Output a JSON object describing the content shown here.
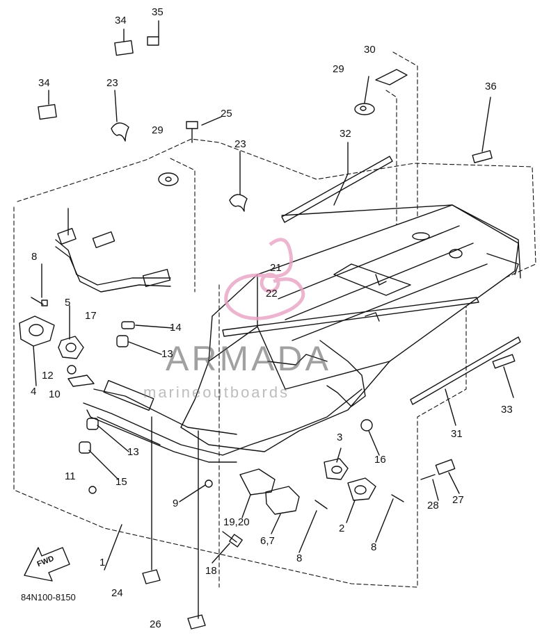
{
  "part_numbers": {
    "p1": "1",
    "p2": "2",
    "p3": "3",
    "p4": "4",
    "p5": "5",
    "p67": "6,7",
    "p8a": "8",
    "p8b": "8",
    "p8c": "8",
    "p9": "9",
    "p10": "10",
    "p11": "11",
    "p12": "12",
    "p13a": "13",
    "p13b": "13",
    "p14": "14",
    "p15": "15",
    "p16": "16",
    "p17": "17",
    "p18": "18",
    "p1920": "19,20",
    "p21": "21",
    "p22": "22",
    "p23a": "23",
    "p23b": "23",
    "p24": "24",
    "p25": "25",
    "p26": "26",
    "p27": "27",
    "p28": "28",
    "p29a": "29",
    "p29b": "29",
    "p30": "30",
    "p31": "31",
    "p32": "32",
    "p33": "33",
    "p34a": "34",
    "p34b": "34",
    "p35": "35",
    "p36": "36"
  },
  "drawing_code": "84N100-8150",
  "fwd_label": "FWD",
  "watermark": {
    "brand": "ARMADA",
    "sub": "marineoutboards"
  },
  "colors": {
    "ink": "#111111",
    "watermark": "#555555",
    "logo_pink": "#e9a2c4"
  }
}
